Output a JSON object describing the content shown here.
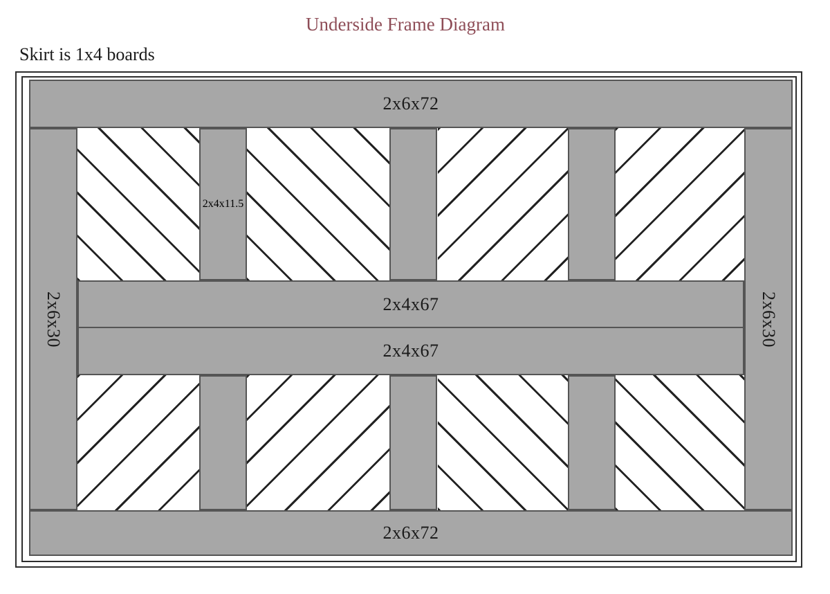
{
  "title": "Underside Frame Diagram",
  "note": "Skirt is 1x4 boards",
  "colors": {
    "board_fill": "#a7a7a7",
    "board_outline": "#555555",
    "skirt_line": "#2e2e2e",
    "hatch_line": "#222222",
    "title_color": "#8e4d57",
    "label_color": "#1b1b1b",
    "background": "#ffffff"
  },
  "diagram": {
    "type": "underside frame construction drawing",
    "skirt": {
      "description": "1x4 boards",
      "outline": "double rectangle"
    },
    "boards": {
      "top_rail": {
        "label": "2x6x72",
        "orientation": "horizontal"
      },
      "bottom_rail": {
        "label": "2x6x72",
        "orientation": "horizontal"
      },
      "left_rail": {
        "label": "2x6x30",
        "orientation": "vertical"
      },
      "right_rail": {
        "label": "2x6x30",
        "orientation": "vertical"
      },
      "upper_stretcher": {
        "label": "2x4x67",
        "orientation": "horizontal"
      },
      "lower_stretcher": {
        "label": "2x4x67",
        "orientation": "horizontal"
      },
      "blocking": {
        "label": "2x4x11.5",
        "orientation": "vertical",
        "count_visible": 6,
        "labeled_count": 1
      }
    },
    "deck_panels": {
      "rows": 2,
      "panels_per_row": 4,
      "hatch_style": "45-degree diagonal plank lines",
      "hatch_directions_top_row": [
        "\\",
        "\\",
        "/",
        "/"
      ],
      "hatch_directions_bottom_row": [
        "/",
        "/",
        "\\",
        "\\"
      ]
    }
  }
}
